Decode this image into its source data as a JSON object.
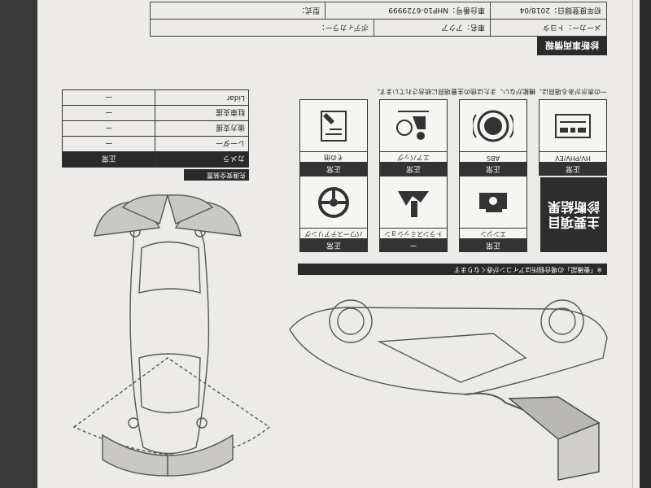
{
  "header": {
    "section_title": "診断車両情報",
    "maker_label": "メーカー：",
    "maker_value": "トヨタ",
    "model_label": "車名：",
    "model_value": "アクア",
    "color_label": "ボディカラー：",
    "reg_label": "初年度登録日：",
    "reg_value": "2018/04",
    "chassis_label": "車台番号：",
    "chassis_value": "NHP10-6729999",
    "grade_label": "型式："
  },
  "note": "一の表示がある項目は、機能がない、または他の主要項目に統合されています。",
  "summary": {
    "line1": "主要項目",
    "line2": "診断結果"
  },
  "main_items": [
    {
      "name": "HV/PHV/EV",
      "status": "正常",
      "icon": "hybrid-icon"
    },
    {
      "name": "ABS",
      "status": "正常",
      "icon": "abs-icon"
    },
    {
      "name": "エアバッグ",
      "status": "正常",
      "icon": "airbag-icon"
    },
    {
      "name": "その他",
      "status": "正常",
      "icon": "other-icon"
    },
    {
      "name": "エンジン",
      "status": "正常",
      "icon": "engine-icon"
    },
    {
      "name": "トランスミッション",
      "status": "ー",
      "icon": "transmission-icon"
    },
    {
      "name": "パワーステアリング",
      "status": "正常",
      "icon": "steering-icon"
    }
  ],
  "caption": "※「要確認」の場合個所はアイコンが赤くなります",
  "adas": {
    "title": "先進安全装置",
    "rows": [
      {
        "label": "カメラ",
        "value": "正常",
        "highlight": true
      },
      {
        "label": "レーダー",
        "value": "ー",
        "highlight": false
      },
      {
        "label": "後方支援",
        "value": "ー",
        "highlight": false
      },
      {
        "label": "駐車支援",
        "value": "ー",
        "highlight": false
      },
      {
        "label": "Lidar",
        "value": "ー",
        "highlight": false
      }
    ]
  }
}
